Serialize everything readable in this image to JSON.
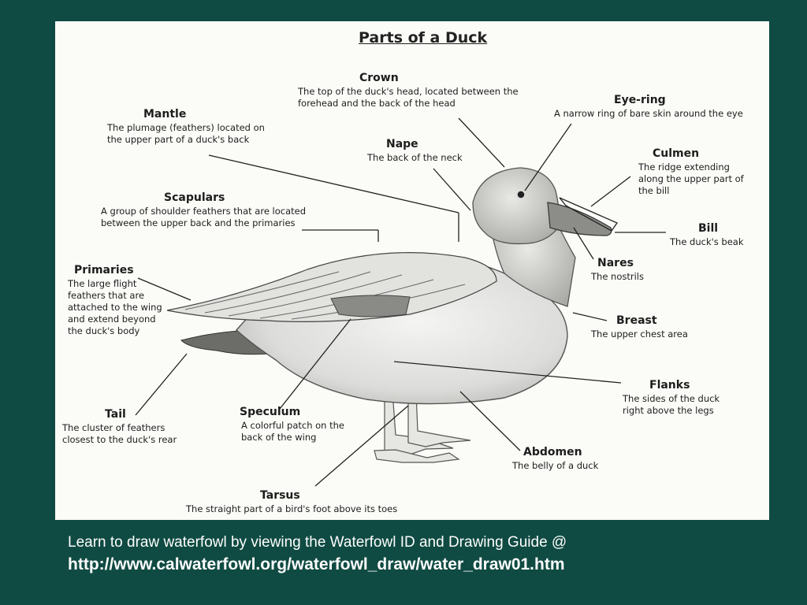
{
  "diagram": {
    "title": "Parts of a Duck",
    "labels": {
      "crown": {
        "title": "Crown",
        "desc": "The top of the duck's head, located between the forehead and the back of the head"
      },
      "eye_ring": {
        "title": "Eye-ring",
        "desc": "A narrow ring of bare skin around the eye"
      },
      "mantle": {
        "title": "Mantle",
        "desc": "The plumage (feathers) located on the upper part of a duck's back"
      },
      "nape": {
        "title": "Nape",
        "desc": "The back of the neck"
      },
      "culmen": {
        "title": "Culmen",
        "desc": "The ridge extending along the upper part of the bill"
      },
      "scapulars": {
        "title": "Scapulars",
        "desc": "A group of shoulder feathers that are located between the upper back and the primaries"
      },
      "bill": {
        "title": "Bill",
        "desc": "The duck's beak"
      },
      "primaries": {
        "title": "Primaries",
        "desc": "The large flight feathers that are attached to the wing and extend beyond the duck's body"
      },
      "nares": {
        "title": "Nares",
        "desc": "The nostrils"
      },
      "breast": {
        "title": "Breast",
        "desc": "The upper chest area"
      },
      "flanks": {
        "title": "Flanks",
        "desc": "The sides of the duck right above the legs"
      },
      "tail": {
        "title": "Tail",
        "desc": "The cluster of feathers closest to the duck's rear"
      },
      "speculum": {
        "title": "Speculum",
        "desc": "A colorful patch on the back of the wing"
      },
      "abdomen": {
        "title": "Abdomen",
        "desc": "The belly of a duck"
      },
      "tarsus": {
        "title": "Tarsus",
        "desc": "The straight part of a bird's foot above its toes"
      }
    }
  },
  "caption": {
    "line1": "Learn to draw waterfowl by viewing the Waterfowl ID and Drawing Guide @",
    "url": "http://www.calwaterfowl.org/waterfowl_draw/water_draw01.htm"
  },
  "colors": {
    "background": "#0f4a43",
    "panel": "#fbfbf8",
    "caption_text": "#ffffff"
  }
}
